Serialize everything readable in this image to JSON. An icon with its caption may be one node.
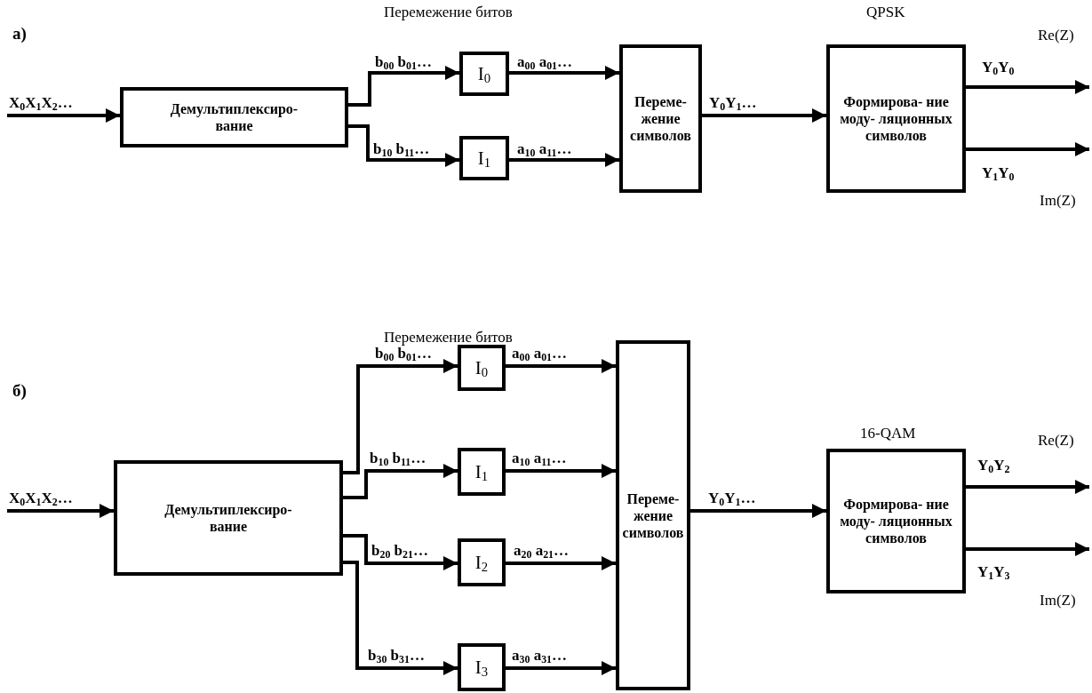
{
  "diagram": {
    "nodes": [
      {
        "text": [
          "Демультиплексиро- вание"
        ]
      },
      {
        "text": [
          "I$_{0}$"
        ]
      },
      {
        "text": [
          "I$_{1}$"
        ]
      },
      {
        "text": [
          "Переме- жение символов"
        ]
      },
      {
        "text": [
          "Формирова- ние моду- ляционных символов"
        ]
      },
      {
        "text": [
          "Демультиплексиро- вание"
        ]
      },
      {
        "text": [
          "I$_{0}$"
        ]
      },
      {
        "text": [
          "I$_{1}$"
        ]
      },
      {
        "text": [
          "I$_{2}$"
        ]
      },
      {
        "text": [
          "I$_{3}$"
        ]
      },
      {
        "text": [
          "Переме- жение символов"
        ]
      },
      {
        "text": [
          "Формирова- ние моду- ляционных символов"
        ]
      }
    ],
    "edges": [
      {
        "from": null,
        "to": 0,
        "arrow": "to",
        "label": "X$_{0}$X$_{1}$X$_{2}$…"
      },
      {
        "from": 0,
        "to": 1,
        "arrow": "to",
        "label": "b$_{00}$ b$_{01}$…"
      },
      {
        "from": 0,
        "to": 2,
        "arrow": "to",
        "label": "b$_{10}$ b$_{11}$…"
      },
      {
        "from": 1,
        "to": 3,
        "arrow": "to",
        "label": "a$_{00}$ a$_{01}$…"
      },
      {
        "from": 2,
        "to": 3,
        "arrow": "to",
        "label": "a$_{10}$ a$_{11}$…"
      },
      {
        "from": 3,
        "to": 4,
        "arrow": "to",
        "label": "Y$_{0}$Y$_{1}$…"
      },
      {
        "from": 4,
        "to": null,
        "arrow": "to",
        "label": "Y$_{0}$Y$_{0}$"
      },
      {
        "from": 4,
        "to": null,
        "arrow": "to",
        "label": "Y$_{1}$Y$_{0}$"
      },
      {
        "from": null,
        "to": 5,
        "arrow": "to",
        "label": "X$_{0}$X$_{1}$X$_{2}$…"
      },
      {
        "from": 5,
        "to": 6,
        "arrow": "to",
        "label": "b$_{00}$ b$_{01}$…"
      },
      {
        "from": 5,
        "to": 7,
        "arrow": "to",
        "label": "b$_{10}$ b$_{11}$…"
      },
      {
        "from": 5,
        "to": 8,
        "arrow": "to",
        "label": "b$_{20}$ b$_{21}$…"
      },
      {
        "from": 5,
        "to": 9,
        "arrow": "to",
        "label": "b$_{30}$ b$_{31}$…"
      },
      {
        "from": 6,
        "to": 10,
        "arrow": "to",
        "label": "a$_{00}$ a$_{01}$…"
      },
      {
        "from": 7,
        "to": 10,
        "arrow": "to",
        "label": "a$_{10}$ a$_{11}$…"
      },
      {
        "from": 8,
        "to": 10,
        "arrow": "to",
        "label": "a$_{20}$ a$_{21}$…"
      },
      {
        "from": 9,
        "to": 10,
        "arrow": "to",
        "label": "a$_{30}$ a$_{31}$…"
      },
      {
        "from": 10,
        "to": 11,
        "arrow": "to",
        "label": "Y$_{0}$Y$_{1}$…"
      },
      {
        "from": 11,
        "to": null,
        "arrow": "to",
        "label": "Y$_{0}$Y$_{2}$"
      },
      {
        "from": 11,
        "to": null,
        "arrow": "to",
        "label": "Y$_{1}$Y$_{3}$"
      }
    ],
    "labels": [
      "а)",
      "Перемежение битов",
      "QPSK",
      "Re(Z)",
      "Im(Z)",
      "Перемежение битов",
      "б)",
      "16-QAM",
      "Re(Z)",
      "Im(Z)"
    ]
  }
}
